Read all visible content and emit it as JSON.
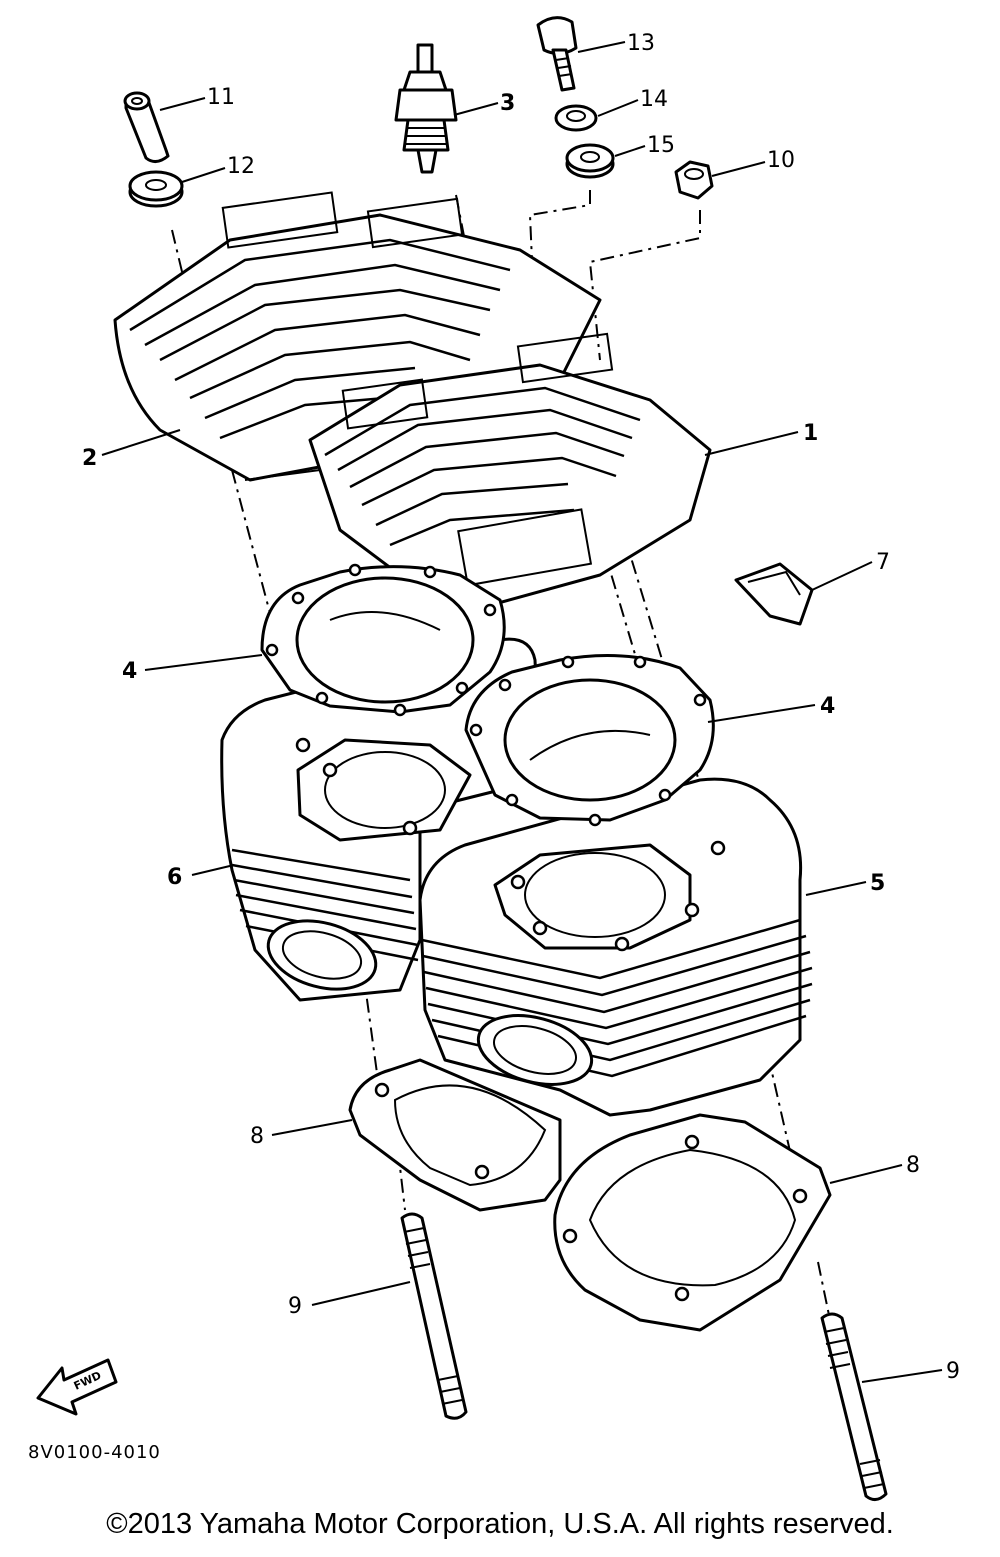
{
  "diagram": {
    "callouts": {
      "c1": "1",
      "c2": "2",
      "c3": "3",
      "c4a": "4",
      "c4b": "4",
      "c5": "5",
      "c6": "6",
      "c7": "7",
      "c8a": "8",
      "c8b": "8",
      "c9a": "9",
      "c9b": "9",
      "c10": "10",
      "c11": "11",
      "c12": "12",
      "c13": "13",
      "c14": "14",
      "c15": "15"
    },
    "diagram_code": "8V0100-4010",
    "fwd_label": "FWD"
  },
  "footer": {
    "copyright": "©2013 Yamaha Motor Corporation, U.S.A. All rights reserved."
  }
}
